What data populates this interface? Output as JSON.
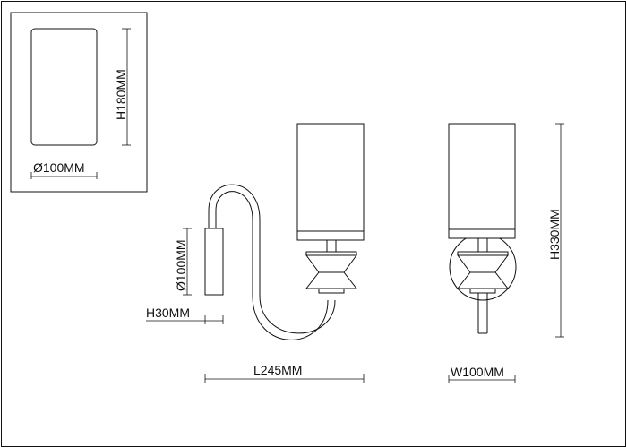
{
  "shade_detail": {
    "height_label": "H180MM",
    "diameter_label": "Ø100MM"
  },
  "side_view": {
    "backplate_diameter_label": "Ø100MM",
    "backplate_depth_label": "H30MM",
    "length_label": "L245MM"
  },
  "front_view": {
    "width_label": "W100MM",
    "height_label": "H330MM"
  }
}
